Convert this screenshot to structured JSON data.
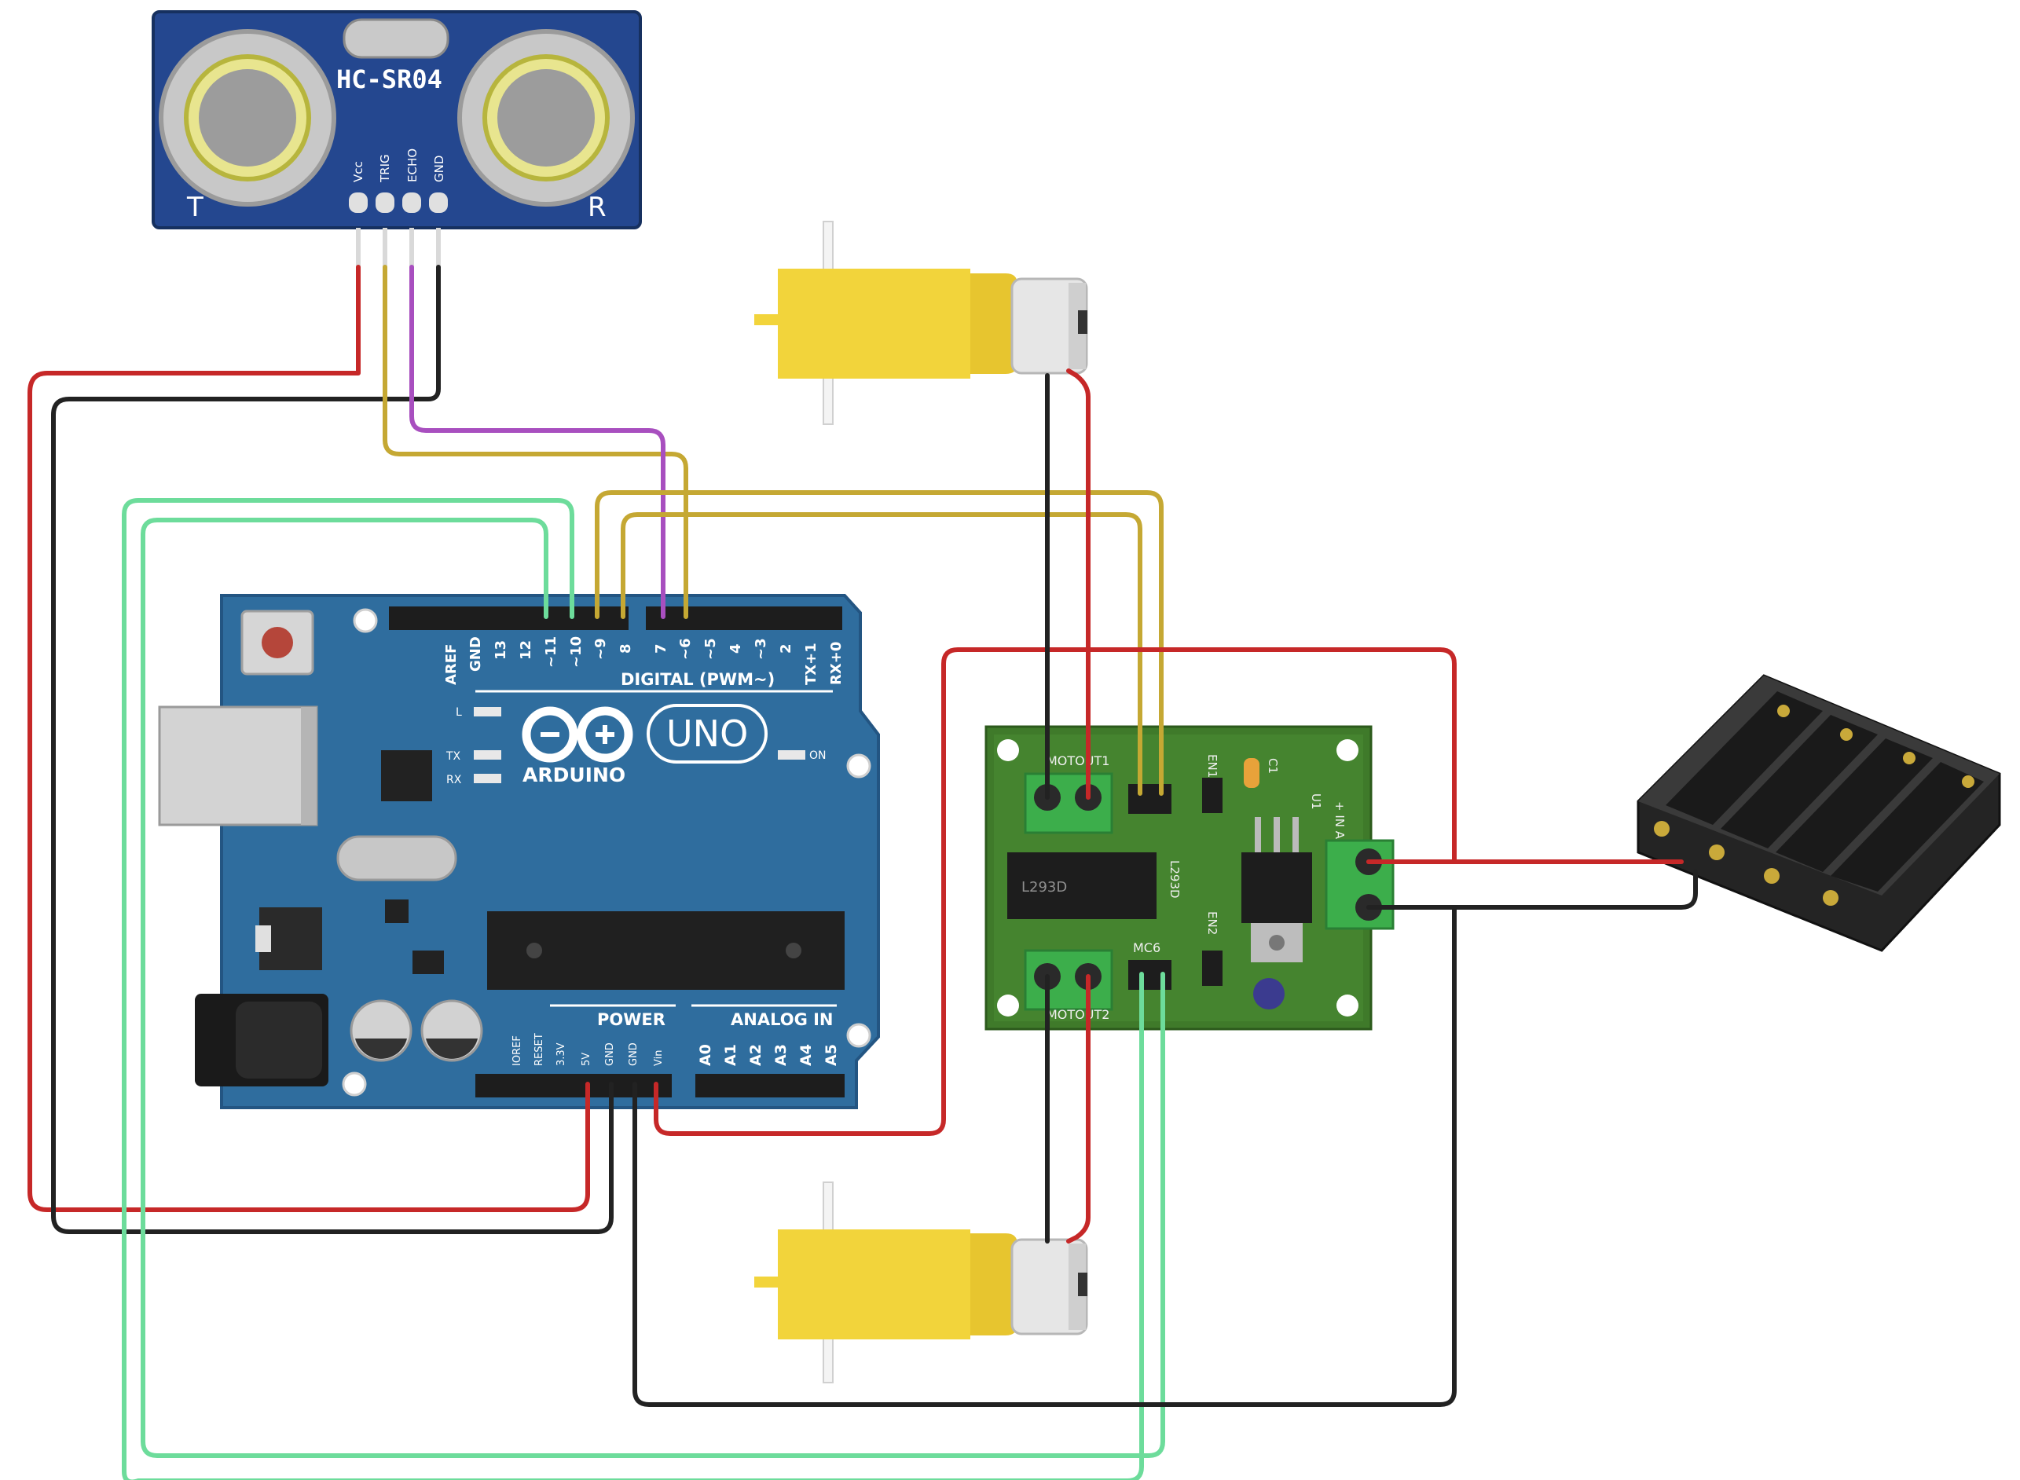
{
  "sensor": {
    "model": "HC-SR04",
    "pins": [
      "Vcc",
      "TRIG",
      "ECHO",
      "GND"
    ],
    "transmitter_mark": "T",
    "receiver_mark": "R"
  },
  "arduino": {
    "brand": "ARDUINO",
    "model": "UNO",
    "digital_header_label": "DIGITAL (PWM~)",
    "digital_pins": [
      "AREF",
      "GND",
      "13",
      "12",
      "~11",
      "~10",
      "~9",
      "8",
      "7",
      "~6",
      "~5",
      "4",
      "~3",
      "2",
      "TX+1",
      "RX+0"
    ],
    "power_header_label": "POWER",
    "power_pins": [
      "IOREF",
      "RESET",
      "3.3V",
      "5V",
      "GND",
      "GND",
      "Vin"
    ],
    "analog_header_label": "ANALOG IN",
    "analog_pins": [
      "A0",
      "A1",
      "A2",
      "A3",
      "A4",
      "A5"
    ],
    "led_labels": {
      "l": "L",
      "tx": "TX",
      "rx": "RX",
      "on": "ON"
    }
  },
  "driver": {
    "chip": "L293D",
    "labels": {
      "motout1": "MOTOUT1",
      "motout2": "MOTOUT2",
      "en1": "EN1",
      "en2": "EN2",
      "mc6": "MC6",
      "u1": "U1",
      "c1": "C1",
      "power_in": "+ IN A"
    }
  },
  "colors": {
    "board_blue": "#2f6d9e",
    "driver_pcb": "#3f7a2a",
    "motor_yellow": "#f2d43b",
    "wire_red": "#c62828",
    "wire_black": "#222222",
    "wire_olive": "#c5a833",
    "wire_purple": "#a84fbf",
    "wire_green": "#6ddc9b"
  },
  "icons": [
    "ultrasonic-sensor-icon",
    "dc-motor-icon",
    "battery-holder-icon",
    "reset-button-icon",
    "usb-port-icon",
    "dc-jack-icon"
  ]
}
